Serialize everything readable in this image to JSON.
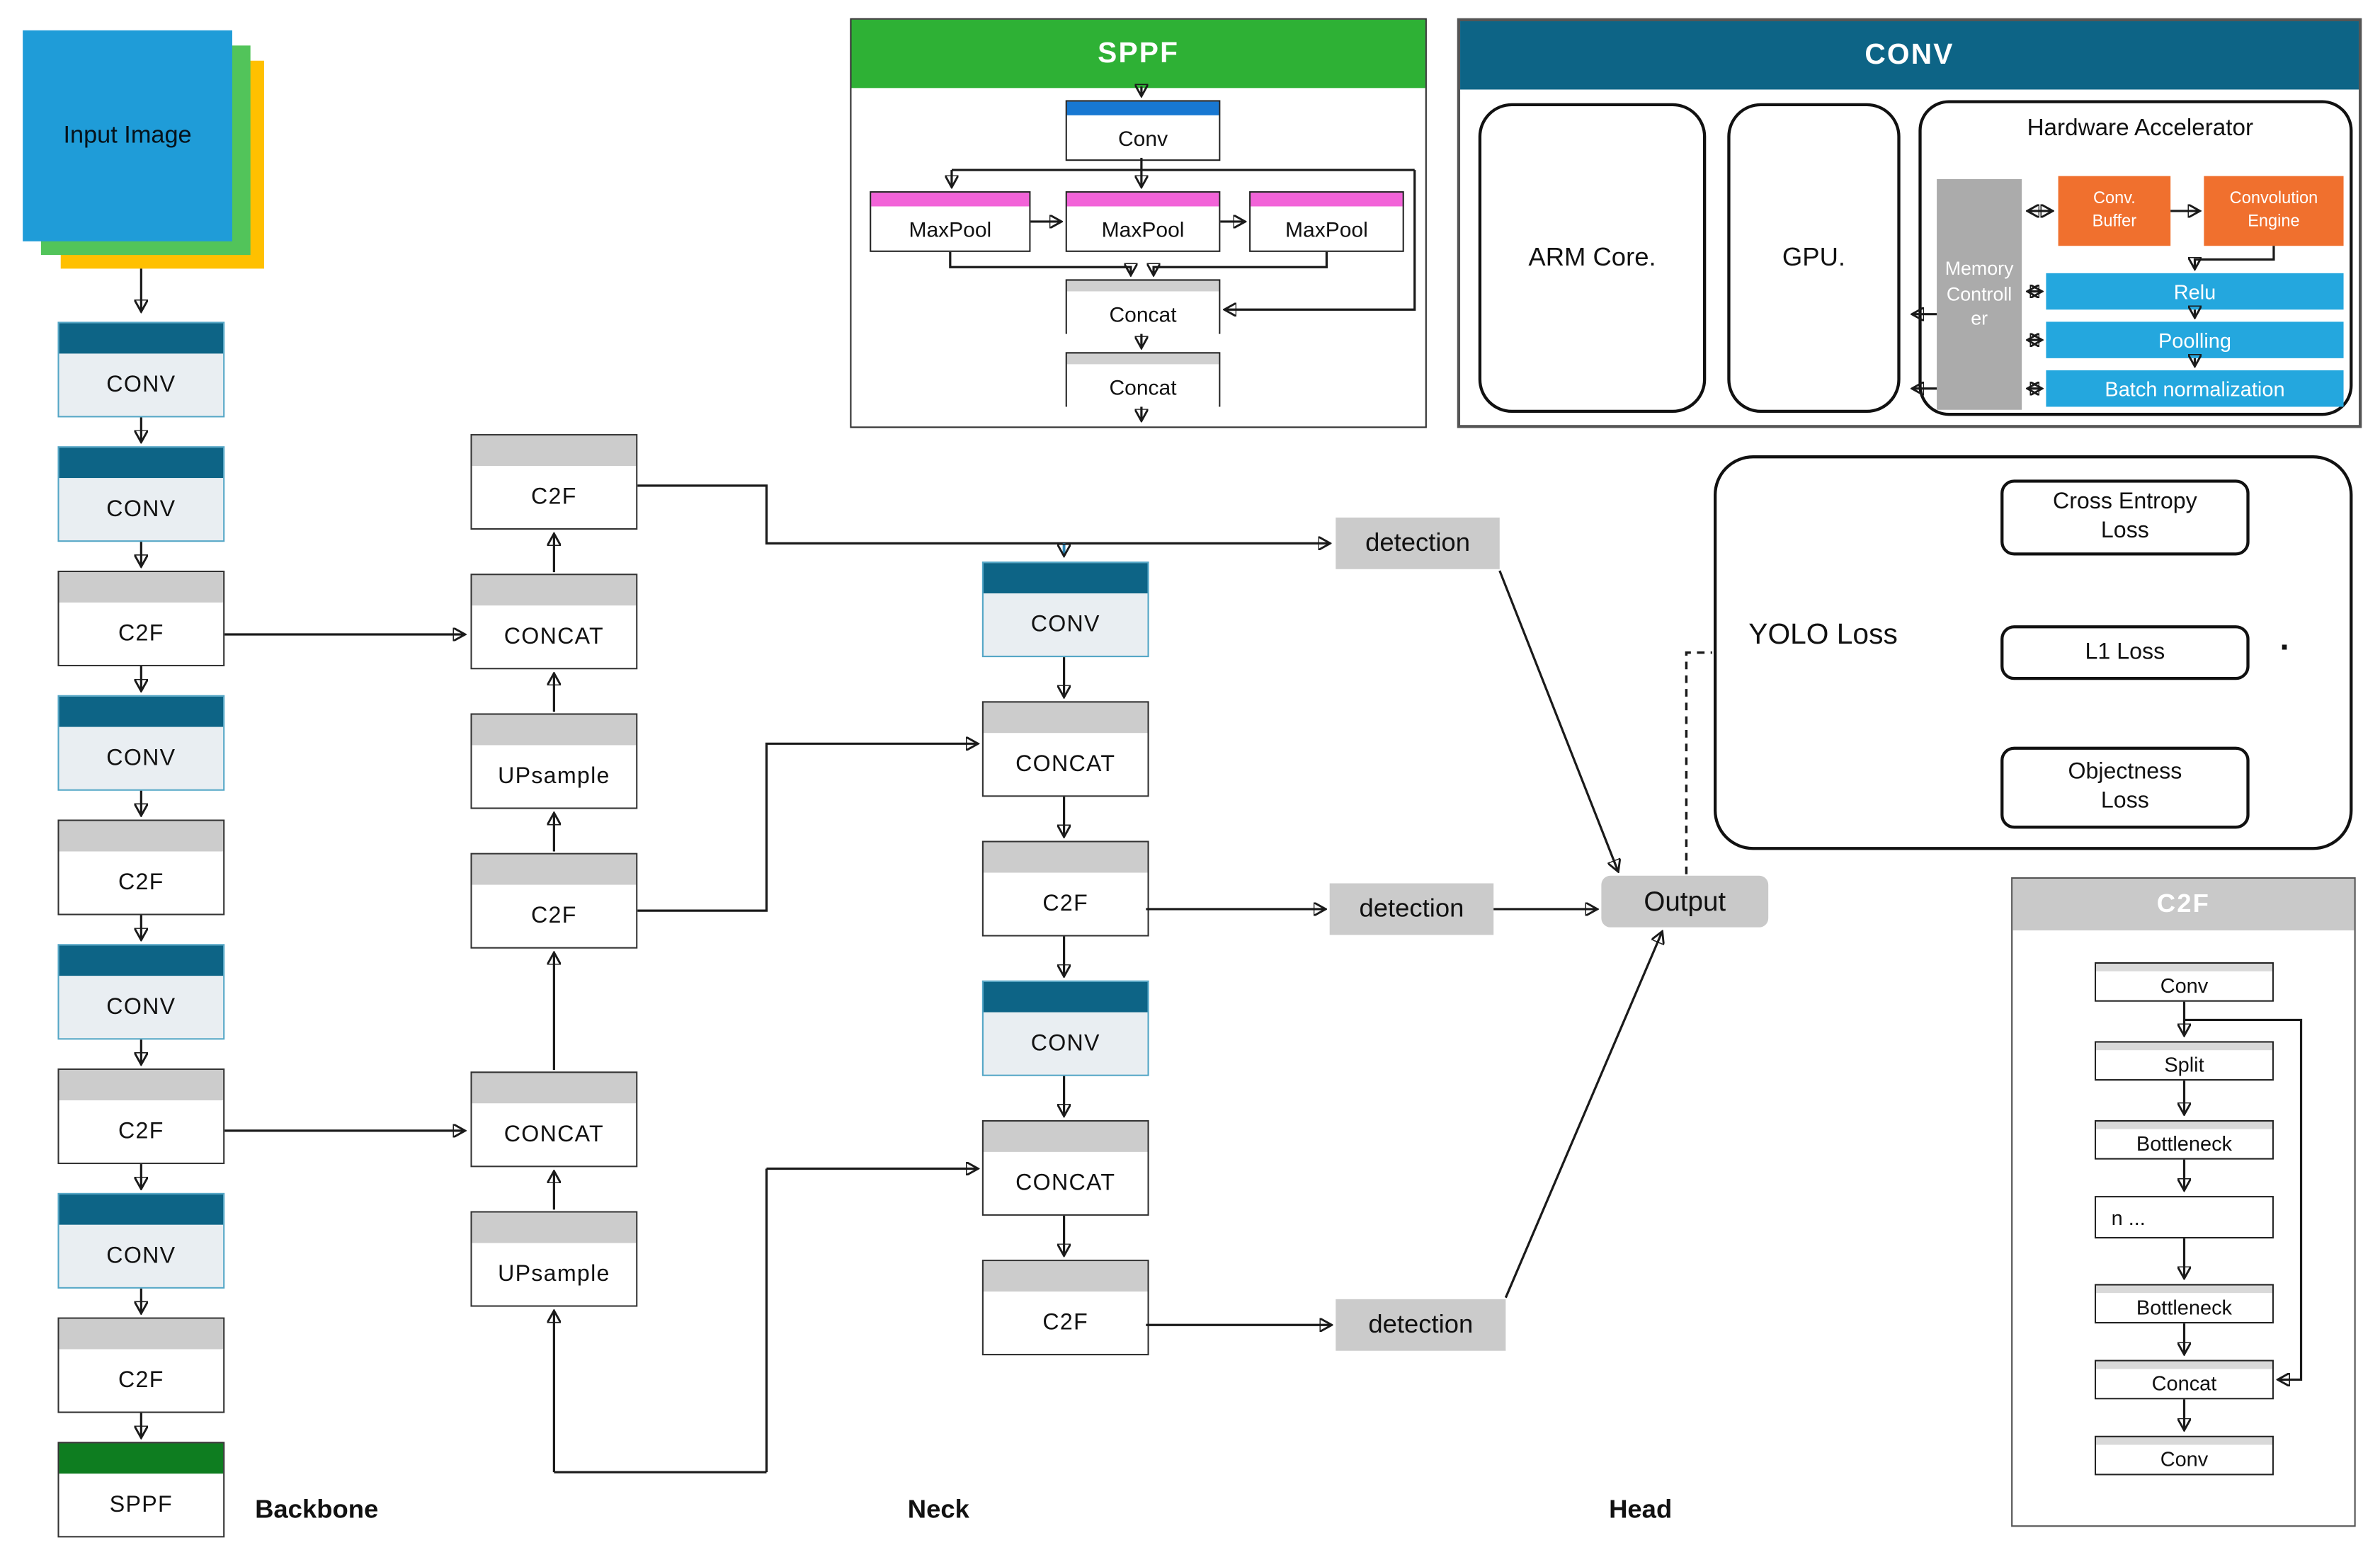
{
  "colors": {
    "teal_header": "#0d6486",
    "conv_border": "#54a6c6",
    "sppf_green_header": "#2eb135",
    "sppf_green_strip": "#0e7d20",
    "conv_blue_strip": "#1878d2",
    "maxpool_pink": "#f263d8",
    "orange": "#f0702e",
    "accel_blue": "#24a7de",
    "memory_gray": "#ababab",
    "gray_header": "#cccccc",
    "badge_gray": "#cbcbcb",
    "input_blue": "#1f9cd8",
    "input_green": "#52c45a",
    "input_yellow": "#ffc000",
    "teal_arrow": "#2e86b5"
  },
  "input": {
    "label": "Input Image"
  },
  "backbone": {
    "label": "Backbone",
    "blocks": [
      {
        "label": "CONV",
        "type": "conv"
      },
      {
        "label": "CONV",
        "type": "conv"
      },
      {
        "label": "C2F",
        "type": "gray"
      },
      {
        "label": "CONV",
        "type": "conv"
      },
      {
        "label": "C2F",
        "type": "gray"
      },
      {
        "label": "CONV",
        "type": "conv"
      },
      {
        "label": "C2F",
        "type": "gray"
      },
      {
        "label": "CONV",
        "type": "conv"
      },
      {
        "label": "C2F",
        "type": "gray"
      },
      {
        "label": "SPPF",
        "type": "sppf"
      }
    ]
  },
  "neck": {
    "label": "Neck",
    "left": [
      {
        "label": "C2F",
        "type": "gray"
      },
      {
        "label": "CONCAT",
        "type": "gray"
      },
      {
        "label": "UPsample",
        "type": "gray"
      },
      {
        "label": "C2F",
        "type": "gray"
      },
      {
        "label": "CONCAT",
        "type": "gray"
      },
      {
        "label": "UPsample",
        "type": "gray"
      }
    ],
    "right": [
      {
        "label": "CONV",
        "type": "conv"
      },
      {
        "label": "CONCAT",
        "type": "gray"
      },
      {
        "label": "C2F",
        "type": "gray"
      },
      {
        "label": "CONV",
        "type": "conv"
      },
      {
        "label": "CONCAT",
        "type": "gray"
      },
      {
        "label": "C2F",
        "type": "gray"
      }
    ]
  },
  "head": {
    "label": "Head",
    "detections": [
      "detection",
      "detection",
      "detection"
    ],
    "output_label": "Output"
  },
  "sppf": {
    "title": "SPPF",
    "conv_label": "Conv",
    "maxpool_labels": [
      "MaxPool",
      "MaxPool",
      "MaxPool"
    ],
    "concat_labels": [
      "Concat",
      "Concat"
    ]
  },
  "conv_hw": {
    "title": "CONV",
    "arm_label": "ARM Core.",
    "gpu_label": "GPU.",
    "hw_title": "Hardware Accelerator",
    "memory_label": "Memory Controller",
    "conv_buffer_label": "Conv. Buffer",
    "conv_engine_label": "Convolution Engine",
    "relu_label": "Relu",
    "pooling_label": "Poolling",
    "batchnorm_label": "Batch normalization"
  },
  "loss": {
    "title": "YOLO Loss",
    "items": [
      {
        "lines": [
          "Cross Entropy",
          "Loss"
        ]
      },
      {
        "lines": [
          "L1 Loss"
        ]
      },
      {
        "lines": [
          "Objectness",
          "Loss"
        ]
      }
    ],
    "dot": "."
  },
  "c2f": {
    "title": "C2F",
    "blocks": [
      {
        "label": "Conv",
        "strip": true
      },
      {
        "label": "Split",
        "strip": true
      },
      {
        "label": "Bottleneck",
        "strip": true
      },
      {
        "label": "n  ...",
        "strip": false
      },
      {
        "label": "Bottleneck",
        "strip": true
      },
      {
        "label": "Concat",
        "strip": true
      },
      {
        "label": "Conv",
        "strip": true
      }
    ]
  }
}
